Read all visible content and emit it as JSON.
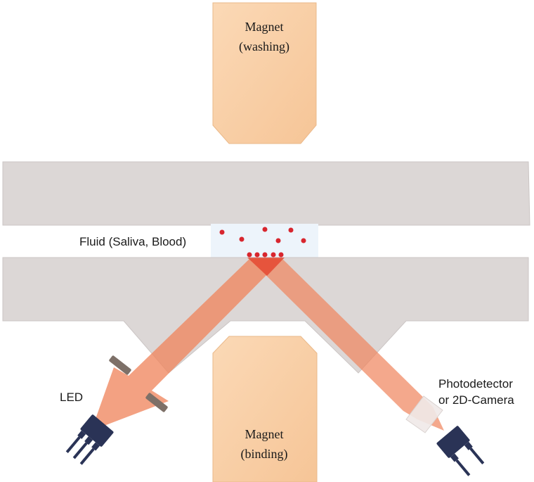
{
  "magnets": {
    "top": {
      "line1": "Magnet",
      "line2": "(washing)"
    },
    "bottom": {
      "line1": "Magnet",
      "line2": "(binding)"
    }
  },
  "labels": {
    "fluid": "Fluid (Saliva, Blood)",
    "led": "LED",
    "detector_line1": "Photodetector",
    "detector_line2": "or 2D-Camera"
  },
  "colors": {
    "magnet_fill": "#f9cda3",
    "glass": "#dcd7d6",
    "fluid": "#edf4fb",
    "beam": "#f0865f",
    "particle": "#d8262e",
    "device": "#2a3356"
  }
}
